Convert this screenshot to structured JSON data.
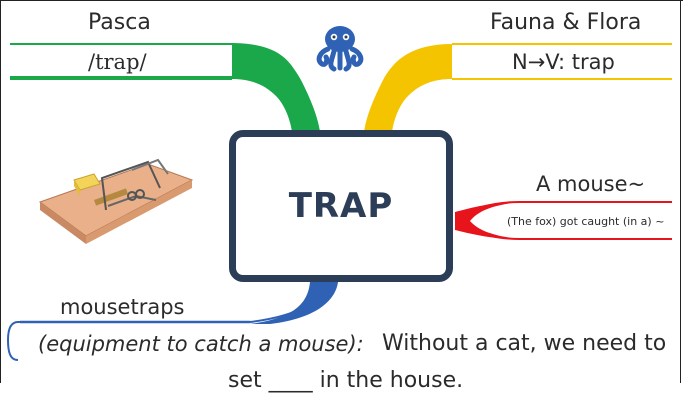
{
  "center": {
    "title": "TRAP"
  },
  "branches": {
    "top_left": {
      "title": "Pasca",
      "sub": "/trap/",
      "color": "#1aa84a"
    },
    "top_right": {
      "title": "Fauna & Flora",
      "sub": "N→V: trap",
      "color": "#f5c400"
    },
    "right": {
      "title": "A mouse~",
      "sub": "(The fox) got caught (in a) ~",
      "color": "#e8141c"
    },
    "bottom": {
      "title": "mousetraps",
      "definition": "(equipment to catch a mouse):",
      "sentence": "Without a cat, we need to",
      "sentence_cont": "set ____ in the house.",
      "color": "#2f62b5"
    }
  },
  "icons": {
    "logo": "octopus-logo",
    "illustration": "mousetrap-illustration"
  }
}
